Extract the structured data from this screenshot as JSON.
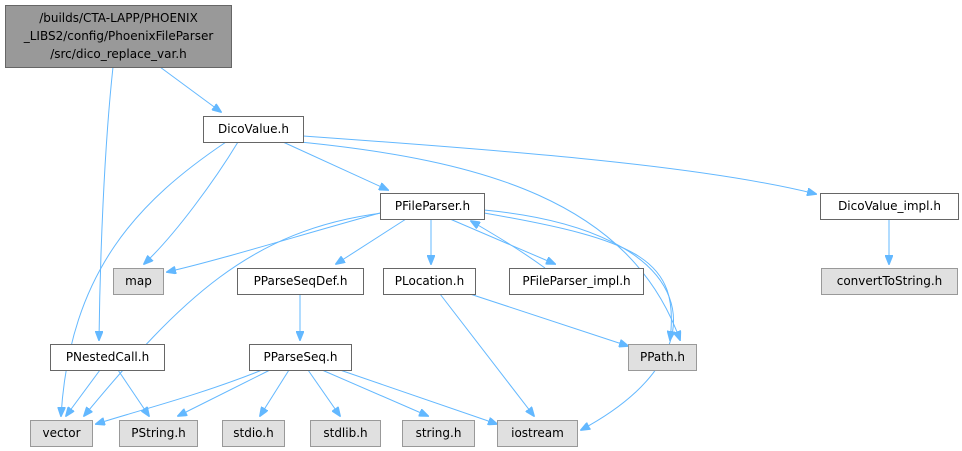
{
  "colors": {
    "edge": "#63b8ff",
    "root_fill": "#999999",
    "root_stroke": "#666666",
    "file_fill": "#ffffff",
    "file_stroke": "#666666",
    "external_fill": "#e0e0e0",
    "external_stroke": "#999999"
  },
  "nodes": {
    "root": {
      "lines": [
        "/builds/CTA-LAPP/PHOENIX",
        "_LIBS2/config/PhoenixFileParser",
        "/src/dico_replace_var.h"
      ],
      "kind": "root"
    },
    "dicovalue": {
      "lines": [
        "DicoValue.h"
      ],
      "kind": "file"
    },
    "pfileparser": {
      "lines": [
        "PFileParser.h"
      ],
      "kind": "file"
    },
    "dicovalue_impl": {
      "lines": [
        "DicoValue_impl.h"
      ],
      "kind": "file"
    },
    "map": {
      "lines": [
        "map"
      ],
      "kind": "external"
    },
    "pparseseqdef": {
      "lines": [
        "PParseSeqDef.h"
      ],
      "kind": "file"
    },
    "plocation": {
      "lines": [
        "PLocation.h"
      ],
      "kind": "file"
    },
    "pfileparser_impl": {
      "lines": [
        "PFileParser_impl.h"
      ],
      "kind": "file"
    },
    "converttostring": {
      "lines": [
        "convertToString.h"
      ],
      "kind": "external"
    },
    "pnestedcall": {
      "lines": [
        "PNestedCall.h"
      ],
      "kind": "file"
    },
    "pparseseq": {
      "lines": [
        "PParseSeq.h"
      ],
      "kind": "file"
    },
    "ppath": {
      "lines": [
        "PPath.h"
      ],
      "kind": "external"
    },
    "vector": {
      "lines": [
        "vector"
      ],
      "kind": "external"
    },
    "pstring": {
      "lines": [
        "PString.h"
      ],
      "kind": "external"
    },
    "stdio": {
      "lines": [
        "stdio.h"
      ],
      "kind": "external"
    },
    "stdlib": {
      "lines": [
        "stdlib.h"
      ],
      "kind": "external"
    },
    "string": {
      "lines": [
        "string.h"
      ],
      "kind": "external"
    },
    "iostream": {
      "lines": [
        "iostream"
      ],
      "kind": "external"
    }
  },
  "edges": [
    [
      "root",
      "dicovalue"
    ],
    [
      "root",
      "pnestedcall"
    ],
    [
      "dicovalue",
      "vector"
    ],
    [
      "dicovalue",
      "map"
    ],
    [
      "dicovalue",
      "pfileparser"
    ],
    [
      "dicovalue",
      "ppath"
    ],
    [
      "dicovalue",
      "dicovalue_impl"
    ],
    [
      "pfileparser",
      "map"
    ],
    [
      "pfileparser",
      "vector"
    ],
    [
      "pfileparser",
      "pparseseqdef"
    ],
    [
      "pfileparser",
      "plocation"
    ],
    [
      "pfileparser",
      "pfileparser_impl"
    ],
    [
      "pfileparser",
      "ppath"
    ],
    [
      "pfileparser",
      "iostream"
    ],
    [
      "pfileparser_impl",
      "pfileparser"
    ],
    [
      "dicovalue_impl",
      "converttostring"
    ],
    [
      "pparseseqdef",
      "pparseseq"
    ],
    [
      "plocation",
      "ppath"
    ],
    [
      "plocation",
      "iostream"
    ],
    [
      "pnestedcall",
      "vector"
    ],
    [
      "pnestedcall",
      "pstring"
    ],
    [
      "pparseseq",
      "vector"
    ],
    [
      "pparseseq",
      "pstring"
    ],
    [
      "pparseseq",
      "stdio"
    ],
    [
      "pparseseq",
      "stdlib"
    ],
    [
      "pparseseq",
      "string"
    ],
    [
      "pparseseq",
      "iostream"
    ]
  ]
}
